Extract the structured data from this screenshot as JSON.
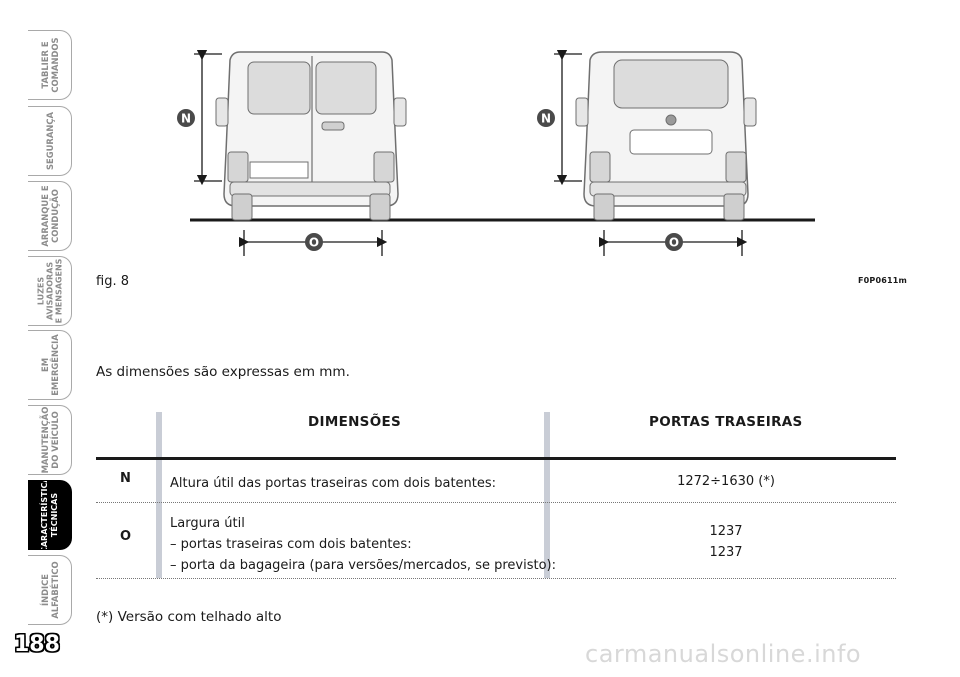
{
  "tabs": [
    {
      "label": "TABLIER E\nCOMANDOS",
      "active": false
    },
    {
      "label": "SEGURANÇA",
      "active": false
    },
    {
      "label": "ARRANQUE E\nCONDUÇÃO",
      "active": false
    },
    {
      "label": "LUZES\nAVISADORAS\nE MENSAGENS",
      "active": false
    },
    {
      "label": "EM\nEMERGÊNCIA",
      "active": false
    },
    {
      "label": "MANUTENÇÃO\nDO VEÍCULO",
      "active": false
    },
    {
      "label": "CARACTERÍSTICAS\nTÉCNICAS",
      "active": true
    },
    {
      "label": "ÍNDICE\nALFABÉTICO",
      "active": false
    }
  ],
  "page_number": "188",
  "figure": {
    "caption": "fig. 8",
    "code": "F0P0611m",
    "height_marker": "N",
    "width_marker": "O"
  },
  "intro": "As dimensões são expressas em mm.",
  "table": {
    "headers": [
      "DIMENSÕES",
      "PORTAS TRASEIRAS"
    ],
    "rows": [
      {
        "key": "N",
        "description": [
          "Altura útil das portas traseiras com dois batentes:"
        ],
        "values": [
          "1272÷1630 (*)"
        ]
      },
      {
        "key": "O",
        "description": [
          "Largura útil",
          "– portas traseiras com dois batentes:",
          "– porta da bagageira (para versões/mercados, se previsto):"
        ],
        "values": [
          "1237",
          "1237"
        ]
      }
    ]
  },
  "footnote": "(*) Versão com telhado alto",
  "watermark": "carmanualsonline.info"
}
